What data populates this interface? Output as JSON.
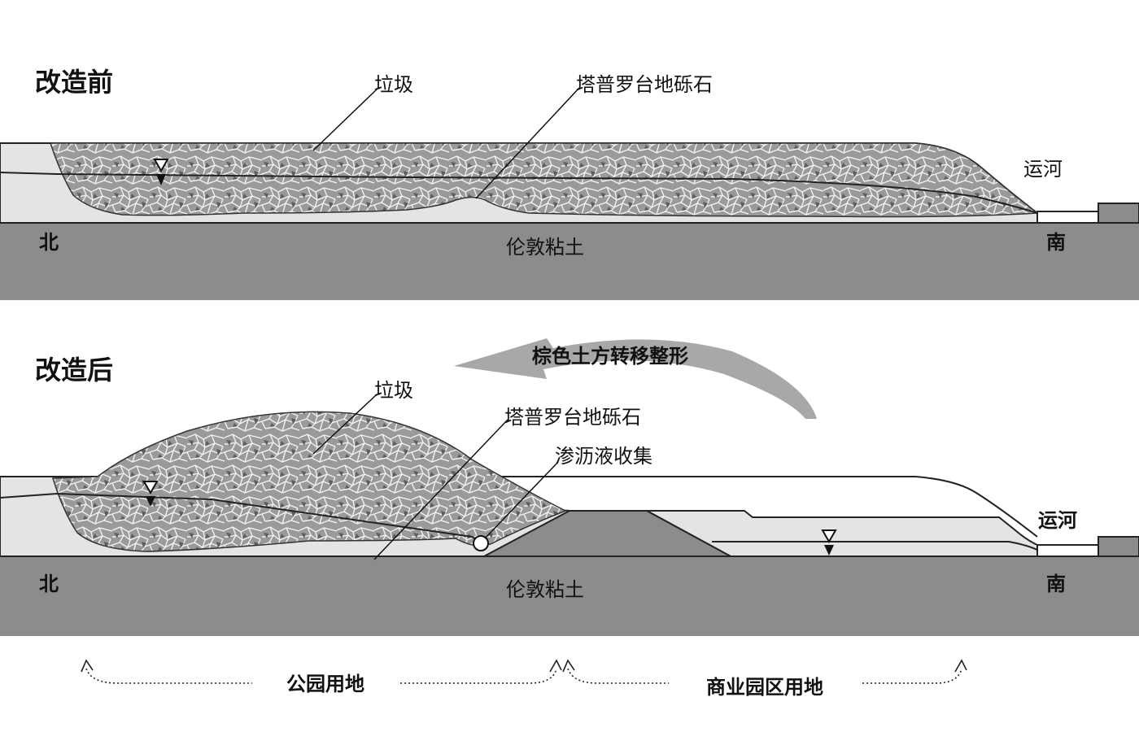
{
  "before": {
    "title": "改造前",
    "labels": {
      "garbage": "垃圾",
      "gravel": "塔普罗台地砾石",
      "canal": "运河",
      "north": "北",
      "south": "南",
      "clay": "伦敦粘土"
    }
  },
  "after": {
    "title": "改造后",
    "labels": {
      "garbage": "垃圾",
      "gravel": "塔普罗台地砾石",
      "leachate": "渗沥液收集",
      "earth_transfer": "棕色土方转移整形",
      "canal": "运河",
      "north": "北",
      "south": "南",
      "clay": "伦敦粘土"
    }
  },
  "zones": {
    "park": "公园用地",
    "business": "商业园区用地"
  },
  "colors": {
    "clay": "#8c8c8c",
    "gravel_layer": "#e4e4e4",
    "garbage_fill": "#9a9a9a",
    "garbage_cells": "#f0f0f0",
    "arrow": "#a8a8a8"
  },
  "icons": {
    "water_table": "inverted-triangle-icon",
    "leachate_pipe": "circle-pipe-icon"
  }
}
